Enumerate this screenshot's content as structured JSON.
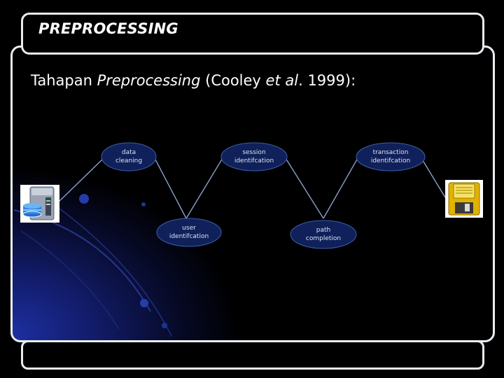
{
  "slide": {
    "title": "PREPROCESSING",
    "subtitle": {
      "part1": "Tahapan ",
      "part2": "Preprocessing",
      "part3": " (Cooley ",
      "part4": "et al",
      "part5": ". 1999):"
    }
  },
  "diagram": {
    "nodes": [
      {
        "id": "data-cleaning",
        "label": "data\ncleaning"
      },
      {
        "id": "user-identification",
        "label": "user\nidentifcation"
      },
      {
        "id": "session-identification",
        "label": "session\nidentifcation"
      },
      {
        "id": "path-completion",
        "label": "path\ncompletion"
      },
      {
        "id": "transaction-identification",
        "label": "transaction\nidentifcation"
      }
    ],
    "source_icon": "server-database-icon",
    "target_icon": "floppy-disk-icon"
  },
  "colors": {
    "node_fill": "#10205a",
    "node_stroke": "#3c5fa8",
    "connector": "#8aa0c8",
    "frame": "#e8ecf0"
  }
}
